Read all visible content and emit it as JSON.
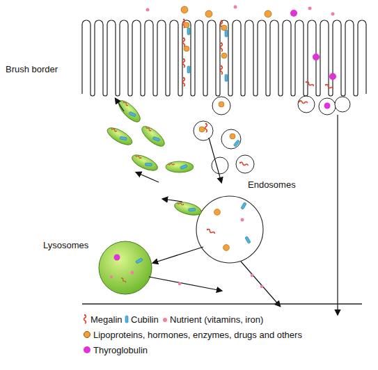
{
  "diagram": {
    "labels": [
      "Brush border",
      "Endosomes",
      "Lysosomes"
    ],
    "legend": [
      {
        "text": "Megalin"
      },
      {
        "text": "Cubilin"
      },
      {
        "text": "Nutrient (vitamins, iron)",
        "color": "#f07fa0"
      },
      {
        "text": "Lipoproteins, hormones, enzymes, drugs and others",
        "color": "#f5a03a"
      },
      {
        "text": "Thyroglobulin",
        "color": "#e033d6"
      }
    ]
  }
}
